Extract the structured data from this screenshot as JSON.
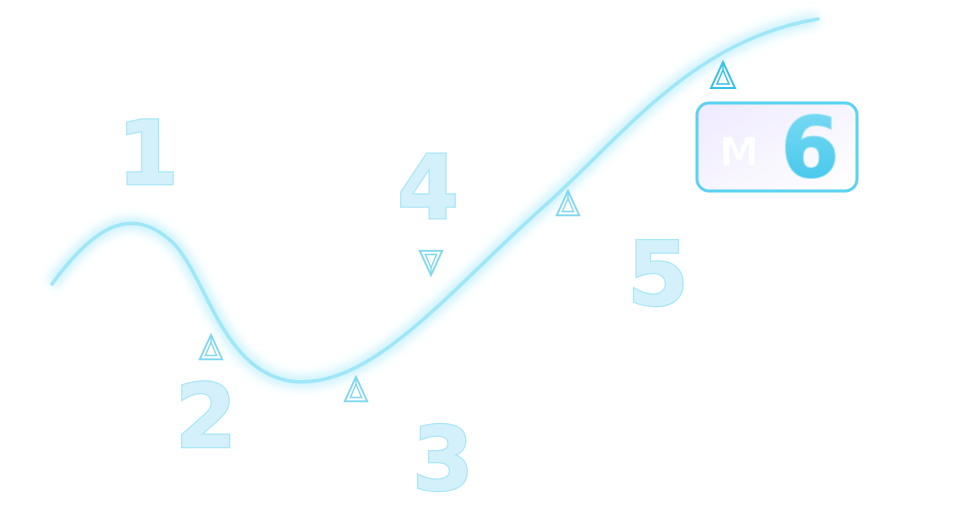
{
  "colors": {
    "curve": "#9fe6f8",
    "curve_glow": "#c9f2fc",
    "numeral_fill": "#d4f1fb",
    "numeral_stroke": "#a9e6f7",
    "marker": "#7fd8f0",
    "marker_active": "#35c2ea",
    "badge_border": "#5ad3f2",
    "badge_bg_start": "#f3f0ff",
    "badge_bg_end": "#ffffff",
    "badge_number": "#4fcdee"
  },
  "steps": [
    {
      "label": "1",
      "icon": "person-icon",
      "marker_direction": "none"
    },
    {
      "label": "2",
      "icon": "person-icon",
      "marker_direction": "up"
    },
    {
      "label": "3",
      "icon": "person-icon",
      "marker_direction": "up"
    },
    {
      "label": "4",
      "icon": "person-icon",
      "marker_direction": "down"
    },
    {
      "label": "5",
      "icon": "person-icon",
      "marker_direction": "up"
    },
    {
      "label": "6",
      "icon": "person-icon",
      "marker_direction": "up"
    }
  ],
  "current_step": {
    "prefix": "M",
    "label": "6"
  }
}
